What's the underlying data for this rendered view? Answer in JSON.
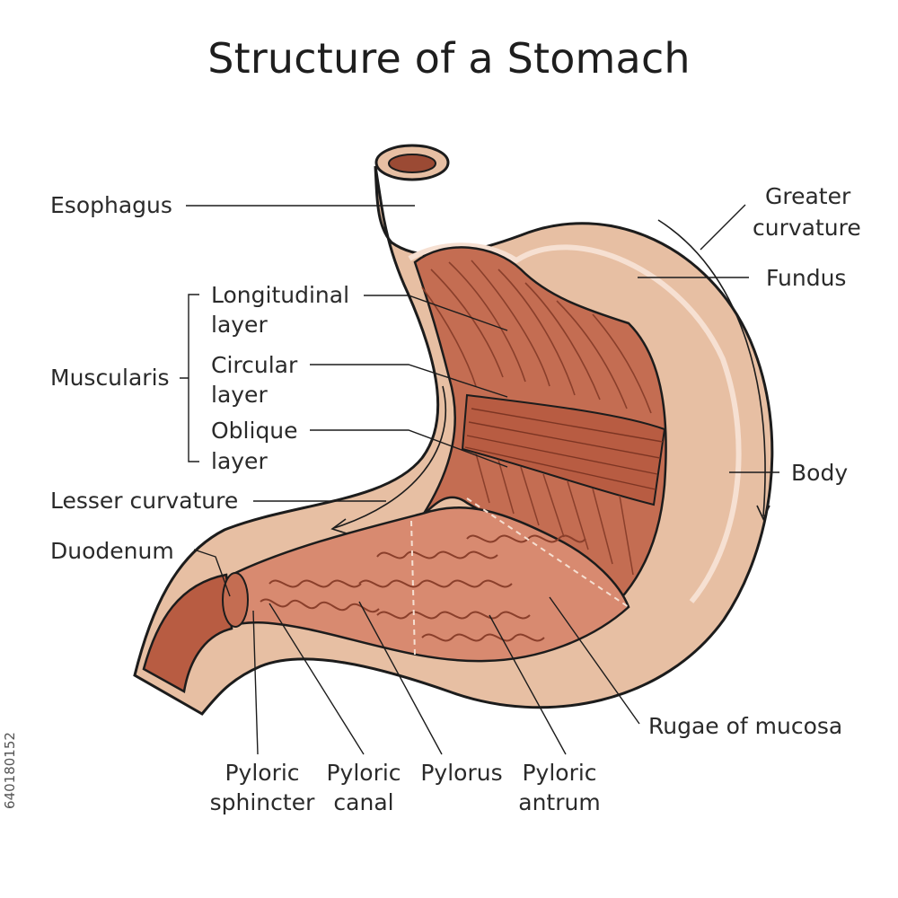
{
  "title": "Structure of a Stomach",
  "labels": {
    "esophagus": "Esophagus",
    "greater_curvature_1": "Greater",
    "greater_curvature_2": "curvature",
    "fundus": "Fundus",
    "body": "Body",
    "longitudinal_1": "Longitudinal",
    "longitudinal_2": "layer",
    "circular_1": "Circular",
    "circular_2": "layer",
    "oblique_1": "Oblique",
    "oblique_2": "layer",
    "muscularis": "Muscularis",
    "lesser_curvature": "Lesser curvature",
    "duodenum": "Duodenum",
    "pyloric_sphincter_1": "Pyloric",
    "pyloric_sphincter_2": "sphincter",
    "pyloric_canal_1": "Pyloric",
    "pyloric_canal_2": "canal",
    "pylorus": "Pylorus",
    "pyloric_antrum_1": "Pyloric",
    "pyloric_antrum_2": "antrum",
    "rugae": "Rugae of mucosa"
  },
  "stock_id": "640180152",
  "colors": {
    "outer_wall": "#e7bfa3",
    "muscle": "#c46d52",
    "muscle_dark": "#9b4a34",
    "mucosa": "#e9a68d",
    "rugae_fill": "#f2b8a2",
    "outline": "#1c1c1c"
  }
}
